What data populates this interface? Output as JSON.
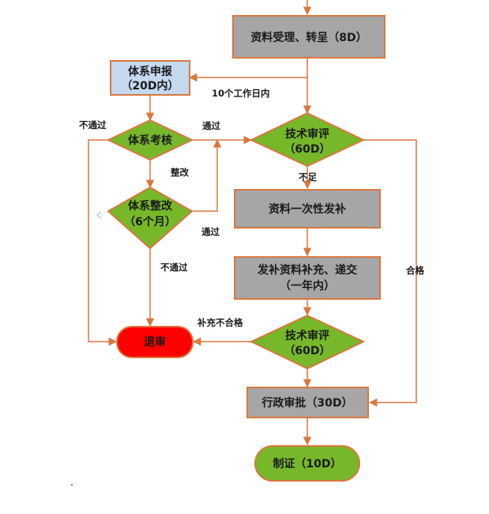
{
  "nodes": {
    "accept": "资料受理、转呈（8D）",
    "system_report_line1": "体系申报",
    "system_report_line2": "（20D内）",
    "system_review": "体系考核",
    "tech_review1_line1": "技术审评",
    "tech_review1_line2": "（60D）",
    "system_fix_line1": "体系整改",
    "system_fix_line2": "（6个月）",
    "supplement_once": "资料一次性发补",
    "supplement_submit_line1": "发补资料补充、递交",
    "supplement_submit_line2": "（一年内）",
    "reject": "退审",
    "tech_review2_line1": "技术审评",
    "tech_review2_line2": "（60D）",
    "admin_approval": "行政审批（30D）",
    "certificate": "制证（10D）"
  },
  "edge_labels": {
    "within_10_days": "10个工作日内",
    "not_pass_left": "不通过",
    "pass_top": "通过",
    "rectify": "整改",
    "not_enough": "不足",
    "pass_middle": "通过",
    "not_pass_bottom": "不通过",
    "qualified": "合格",
    "supplement_unqualified": "补充不合格"
  },
  "colors": {
    "grey_box": "#a6a6a6",
    "blue_box": "#c5d9f1",
    "green": "#76b82a",
    "red": "#ff0000",
    "border": "#d9773e"
  }
}
